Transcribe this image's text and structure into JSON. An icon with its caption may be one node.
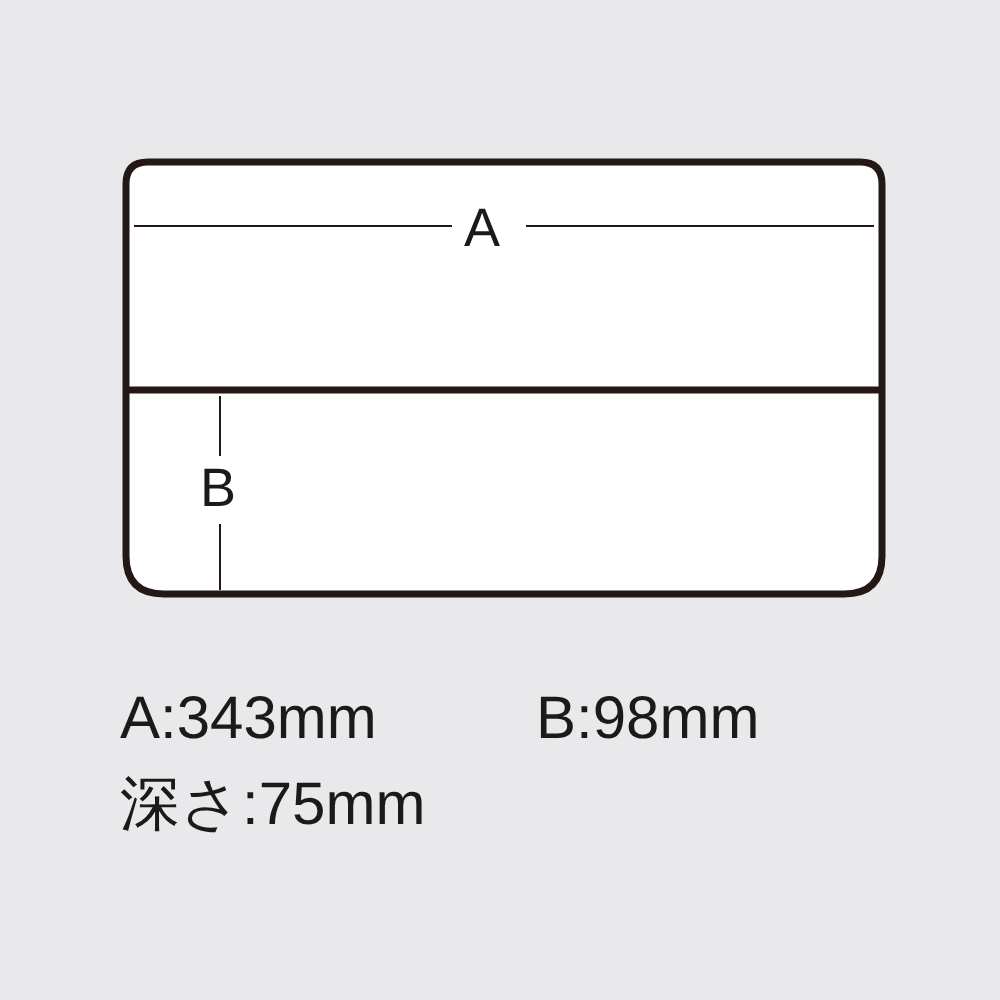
{
  "diagram": {
    "labels": [
      "A",
      "B",
      "A:343mm",
      "B:98mm",
      "深さ:75mm"
    ]
  }
}
